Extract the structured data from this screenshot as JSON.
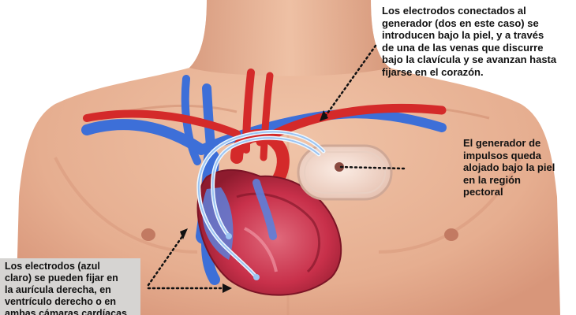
{
  "annotations": {
    "electrodes_route": "Los electrodos conectados al\ngenerador (dos en este caso) se\nintroducen bajo la piel, y  a través\nde una de las venas que discurre\nbajo la clavícula y se avanzan hasta\nfijarse en el corazón.",
    "generator": "El generador de\nimpulsos queda\nalojado bajo la piel\nen la región\npectoral",
    "electrodes_fixation": "Los electrodos  (azul\nclaro) se pueden fijar en\nla aurícula derecha, en\nventrículo derecho o en\nambas cámaras cardíacas"
  },
  "colors": {
    "skin": "#eab69a",
    "skin_shadow": "#d99a7c",
    "vein": "#3d6fd8",
    "artery": "#d42a2a",
    "electrode_lead": "#d8ecff",
    "heart": "#c8304a",
    "generator": "#f2d8cc",
    "callout_box": "#d6d4d2"
  },
  "icons": {
    "torso": "human-chest-illustration",
    "heart": "heart-anatomy-illustration",
    "generator": "pacemaker-generator-illustration"
  }
}
